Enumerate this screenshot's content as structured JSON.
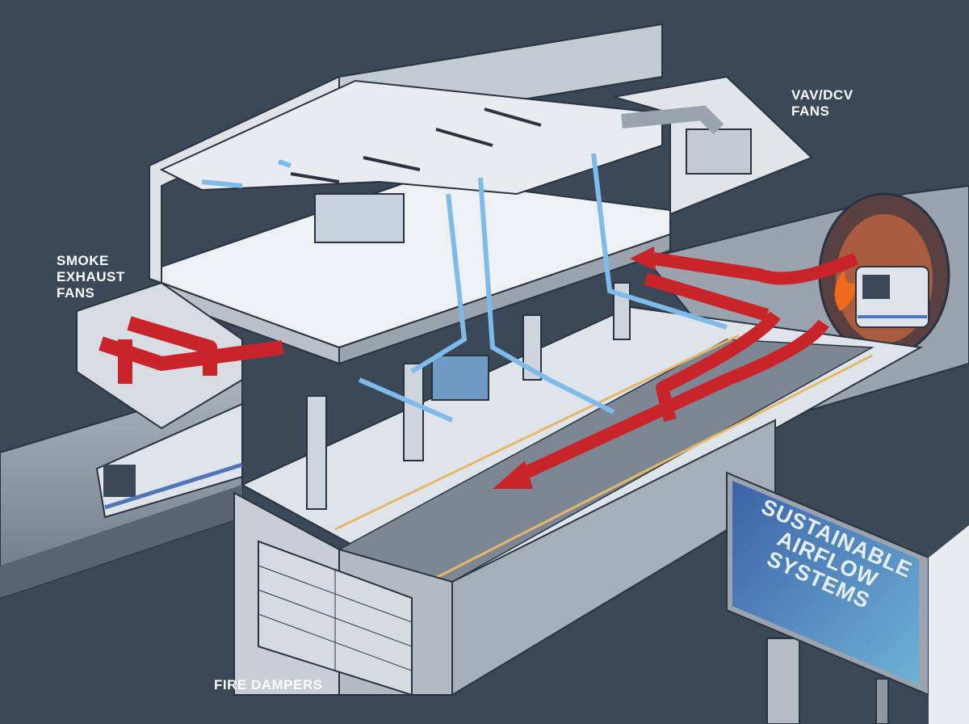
{
  "labels": {
    "vav_dcv": [
      "VAV/DCV",
      "FANS"
    ],
    "smoke_exhaust": [
      "SMOKE",
      "EXHAUST",
      "FANS"
    ],
    "fire_dampers": "FIRE DAMPERS"
  },
  "sign": {
    "lines": [
      "SUSTAINABLE",
      "AIRFLOW",
      "SYSTEMS"
    ]
  },
  "colors": {
    "background": "#3a4858",
    "structure": "#e4e8ed",
    "supply_air": "#7fbbe8",
    "smoke_flow": "#c8242a",
    "sign_panel": "#3f6fb0"
  }
}
